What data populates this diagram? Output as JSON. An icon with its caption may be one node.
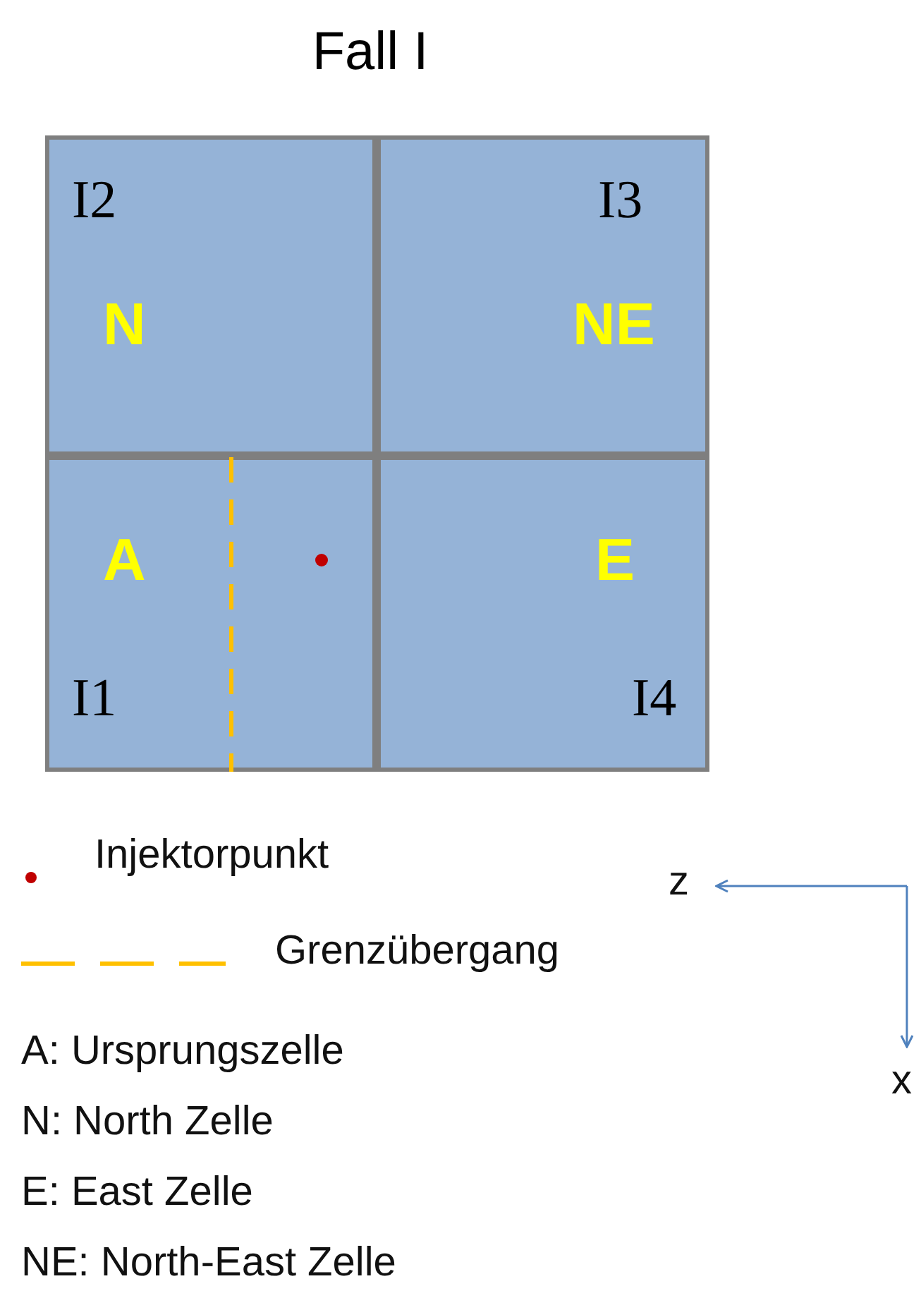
{
  "diagram": {
    "title": "Fall I",
    "nodes": [
      {
        "text": [
          "I2",
          "N"
        ]
      },
      {
        "text": [
          "I3",
          "NE"
        ]
      },
      {
        "text": [
          "A",
          "I1"
        ]
      },
      {
        "text": [
          "E",
          "I4"
        ]
      }
    ],
    "legend": [
      {
        "text": "Injektorpunkt"
      },
      {
        "text": "Grenzübergang"
      }
    ],
    "labels": [
      "A: Ursprungszelle",
      "N: North Zelle",
      "E: East Zelle",
      "NE: North-East Zelle",
      "z",
      "x"
    ]
  }
}
